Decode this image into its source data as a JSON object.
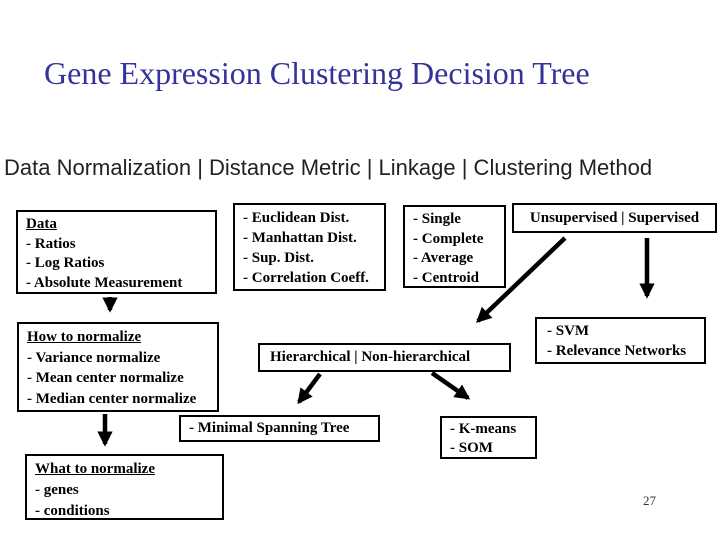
{
  "slide": {
    "title": "Gene Expression Clustering Decision Tree",
    "subtitle": "Data Normalization | Distance Metric | Linkage | Clustering Method",
    "page_number": "27"
  },
  "colors": {
    "title_text": "#333399",
    "body_text": "#000000",
    "box_border": "#000000",
    "background": "#ffffff"
  },
  "boxes": {
    "data": {
      "header": "Data",
      "items": [
        "- Ratios",
        "- Log Ratios",
        "- Absolute Measurement"
      ]
    },
    "distance_metric": {
      "items": [
        "- Euclidean Dist.",
        "- Manhattan Dist.",
        "- Sup. Dist.",
        "- Correlation Coeff."
      ]
    },
    "linkage": {
      "items": [
        "- Single",
        "- Complete",
        "- Average",
        "- Centroid"
      ]
    },
    "supervision": {
      "label": "Unsupervised | Supervised"
    },
    "how_to_normalize": {
      "header": "How to normalize",
      "items": [
        "- Variance normalize",
        "- Mean center normalize",
        "- Median center normalize"
      ]
    },
    "hierarchy": {
      "label": "Hierarchical | Non-hierarchical"
    },
    "supervised_methods": {
      "items": [
        "- SVM",
        "- Relevance Networks"
      ]
    },
    "minimal_spanning_tree": {
      "label": "- Minimal Spanning Tree"
    },
    "non_hierarchical_methods": {
      "items": [
        "- K-means",
        "- SOM"
      ]
    },
    "what_to_normalize": {
      "header": "What to normalize",
      "items": [
        "- genes",
        "- conditions"
      ]
    }
  }
}
